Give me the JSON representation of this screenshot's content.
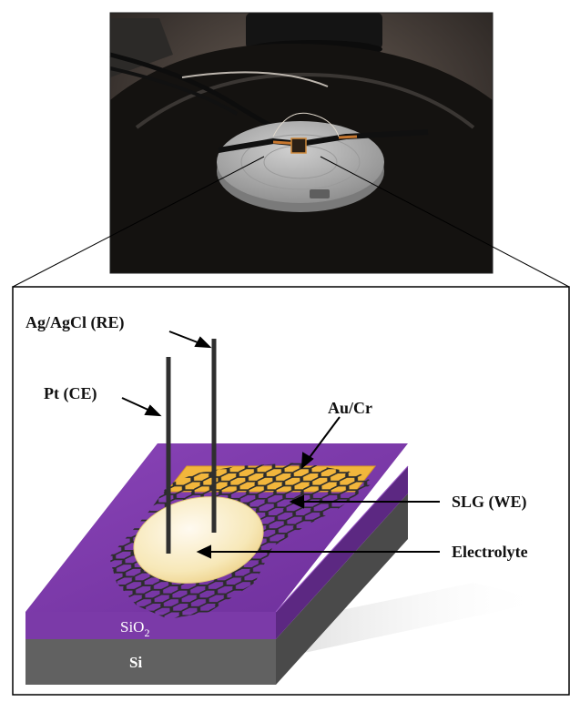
{
  "labels": {
    "ref_electrode": "Ag/AgCl (RE)",
    "counter_electrode": "Pt (CE)",
    "contact": "Au/Cr",
    "working_electrode": "SLG (WE)",
    "electrolyte": "Electrolyte",
    "oxide_main": "SiO",
    "oxide_subscript": "2",
    "substrate": "Si"
  },
  "colors": {
    "oxide": "#7b3aa8",
    "substrate": "#666666",
    "contact": "#f2b63c",
    "graphene": "#333333",
    "electrolyte": "#f7e3a6"
  }
}
